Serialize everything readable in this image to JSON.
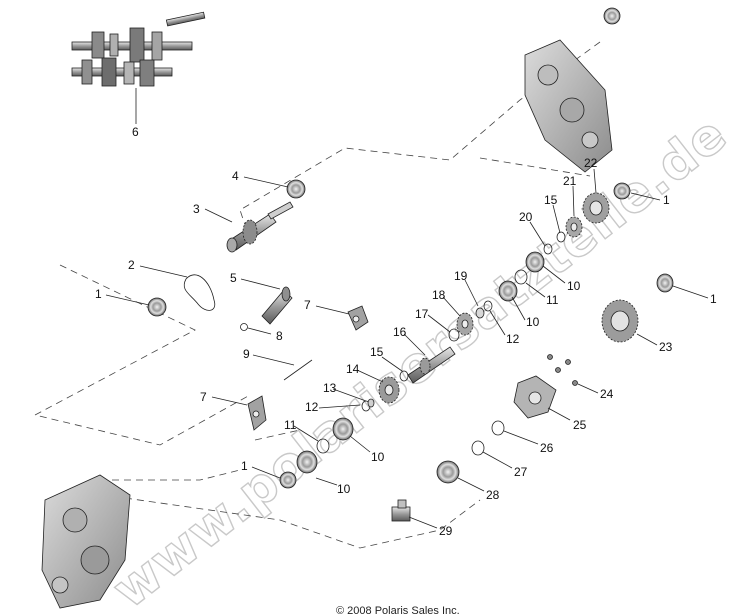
{
  "watermark": "www.polarisersatzteile.de",
  "copyright": "© 2008 Polaris Sales Inc.",
  "callouts": [
    {
      "id": "c6a",
      "label": "6"
    },
    {
      "id": "c4",
      "label": "4"
    },
    {
      "id": "c3",
      "label": "3"
    },
    {
      "id": "c2",
      "label": "2"
    },
    {
      "id": "c1a",
      "label": "1"
    },
    {
      "id": "c5",
      "label": "5"
    },
    {
      "id": "c7a",
      "label": "7"
    },
    {
      "id": "c8",
      "label": "8"
    },
    {
      "id": "c9",
      "label": "9"
    },
    {
      "id": "c7b",
      "label": "7"
    },
    {
      "id": "c12a",
      "label": "12"
    },
    {
      "id": "c11a",
      "label": "11"
    },
    {
      "id": "c1b",
      "label": "1"
    },
    {
      "id": "c10a",
      "label": "10"
    },
    {
      "id": "c10b",
      "label": "10"
    },
    {
      "id": "c13",
      "label": "13"
    },
    {
      "id": "c14",
      "label": "14"
    },
    {
      "id": "c15a",
      "label": "15"
    },
    {
      "id": "c16",
      "label": "16"
    },
    {
      "id": "c17",
      "label": "17"
    },
    {
      "id": "c18",
      "label": "18"
    },
    {
      "id": "c19",
      "label": "19"
    },
    {
      "id": "c12b",
      "label": "12"
    },
    {
      "id": "c10c",
      "label": "10"
    },
    {
      "id": "c11b",
      "label": "11"
    },
    {
      "id": "c10d",
      "label": "10"
    },
    {
      "id": "c20",
      "label": "20"
    },
    {
      "id": "c15b",
      "label": "15"
    },
    {
      "id": "c21",
      "label": "21"
    },
    {
      "id": "c22",
      "label": "22"
    },
    {
      "id": "c1c",
      "label": "1"
    },
    {
      "id": "c1d",
      "label": "1"
    },
    {
      "id": "c23",
      "label": "23"
    },
    {
      "id": "c24",
      "label": "24"
    },
    {
      "id": "c25",
      "label": "25"
    },
    {
      "id": "c26",
      "label": "26"
    },
    {
      "id": "c27",
      "label": "27"
    },
    {
      "id": "c28",
      "label": "28"
    },
    {
      "id": "c29",
      "label": "29"
    }
  ]
}
